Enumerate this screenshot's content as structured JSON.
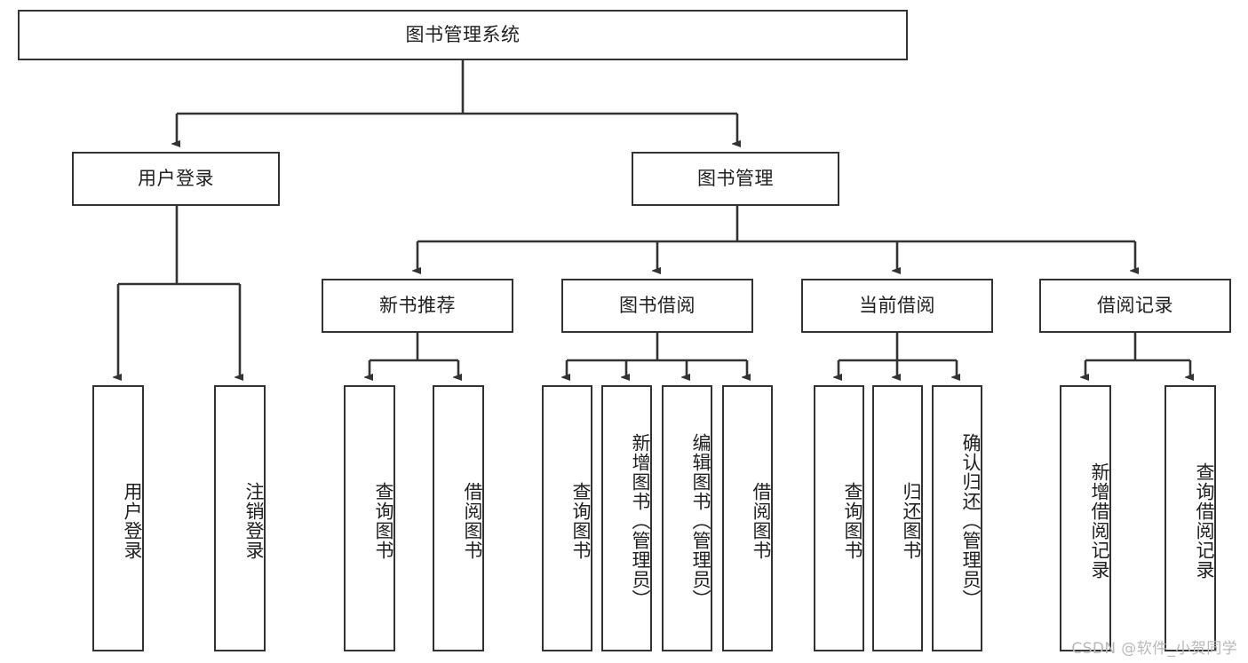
{
  "diagram": {
    "title": "图书管理系统",
    "type": "tree-hierarchy",
    "root": {
      "id": "root",
      "label": "图书管理系统",
      "orientation": "horizontal"
    },
    "level2": [
      {
        "id": "user-login",
        "label": "用户登录",
        "orientation": "horizontal"
      },
      {
        "id": "book-manage",
        "label": "图书管理",
        "orientation": "horizontal"
      }
    ],
    "level3": [
      {
        "id": "new-book-recommend",
        "label": "新书推荐",
        "orientation": "horizontal",
        "parent": "book-manage"
      },
      {
        "id": "book-borrow",
        "label": "图书借阅",
        "orientation": "horizontal",
        "parent": "book-manage"
      },
      {
        "id": "current-borrow",
        "label": "当前借阅",
        "orientation": "horizontal",
        "parent": "book-manage"
      },
      {
        "id": "borrow-record",
        "label": "借阅记录",
        "orientation": "horizontal",
        "parent": "book-manage"
      }
    ],
    "leaves": [
      {
        "id": "leaf-user-login",
        "label": "用户登录",
        "orientation": "vertical",
        "parent": "user-login"
      },
      {
        "id": "leaf-logout-login",
        "label": "注销登录",
        "orientation": "vertical",
        "parent": "user-login"
      },
      {
        "id": "leaf-query-book-1",
        "label": "查询图书",
        "orientation": "vertical",
        "parent": "new-book-recommend"
      },
      {
        "id": "leaf-borrow-book-1",
        "label": "借阅图书",
        "orientation": "vertical",
        "parent": "new-book-recommend"
      },
      {
        "id": "leaf-query-book-2",
        "label": "查询图书",
        "orientation": "vertical",
        "parent": "book-borrow"
      },
      {
        "id": "leaf-add-book",
        "label": "新增图书（管理员）",
        "orientation": "vertical",
        "parent": "book-borrow"
      },
      {
        "id": "leaf-edit-book",
        "label": "编辑图书（管理员）",
        "orientation": "vertical",
        "parent": "book-borrow"
      },
      {
        "id": "leaf-borrow-book-2",
        "label": "借阅图书",
        "orientation": "vertical",
        "parent": "book-borrow"
      },
      {
        "id": "leaf-query-book-3",
        "label": "查询图书",
        "orientation": "vertical",
        "parent": "current-borrow"
      },
      {
        "id": "leaf-return-book",
        "label": "归还图书",
        "orientation": "vertical",
        "parent": "current-borrow"
      },
      {
        "id": "leaf-confirm-return",
        "label": "确认归还（管理员）",
        "orientation": "vertical",
        "parent": "current-borrow"
      },
      {
        "id": "leaf-add-record",
        "label": "新增借阅记录",
        "orientation": "vertical",
        "parent": "borrow-record"
      },
      {
        "id": "leaf-query-record",
        "label": "查询借阅记录",
        "orientation": "vertical",
        "parent": "borrow-record"
      }
    ],
    "colors": {
      "box_border": "#333333",
      "box_fill": "#ffffff",
      "edge": "#333333",
      "text": "#1f1f1f",
      "watermark": "#b9b9b9",
      "background": "#ffffff"
    }
  },
  "watermark": {
    "text": "CSDN @软件_小贺同学"
  }
}
